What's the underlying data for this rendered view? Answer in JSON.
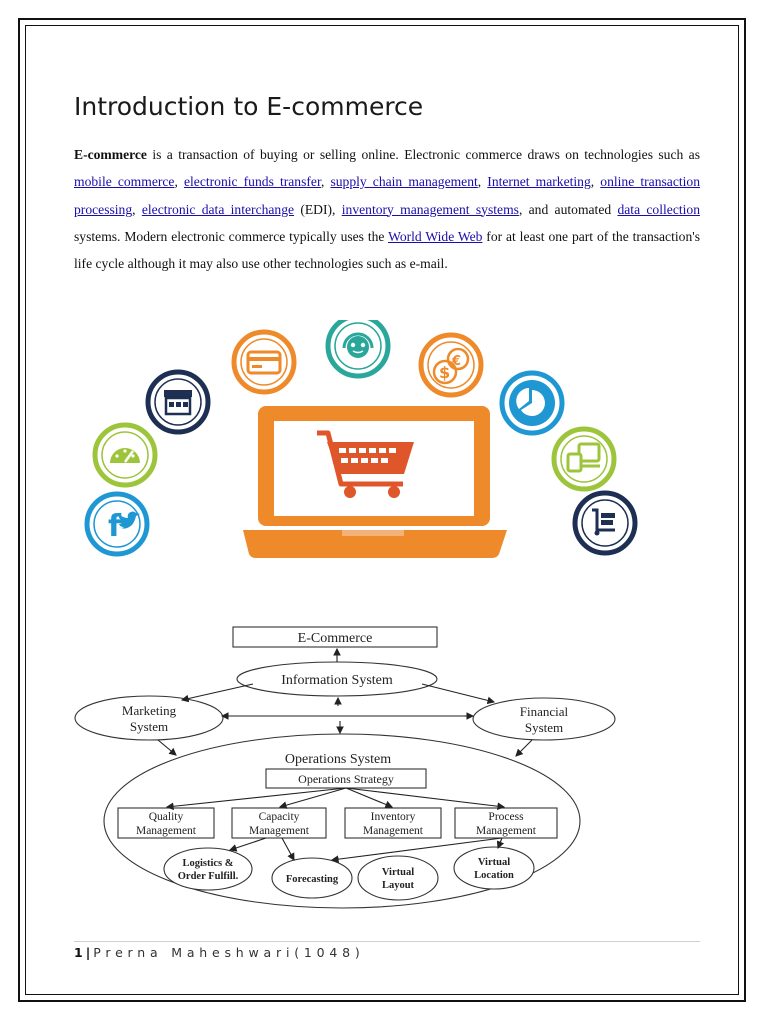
{
  "document": {
    "title": "Introduction to E-commerce",
    "paragraph": {
      "term": "E-commerce",
      "t1": " is a transaction of buying or selling online. Electronic commerce draws on technologies such as ",
      "link1": "mobile commerce",
      "t2": ", ",
      "link2": "electronic funds transfer",
      "t3": ", ",
      "link3": "supply chain management",
      "t4": ", ",
      "link4": "Internet marketing",
      "t5": ", ",
      "link5": "online transaction processing",
      "t6": ", ",
      "link6": "electronic data interchange",
      "t7": " (EDI), ",
      "link7": "inventory management systems",
      "t8": ", and automated ",
      "link8": "data collection",
      "t9": " systems. Modern electronic commerce typically uses the ",
      "link9": "World Wide Web",
      "t10": " for at least one part of the transaction's life cycle although it may also use other technologies such as e-mail."
    }
  },
  "illustration": {
    "icons": [
      "facebook-twitter-icon",
      "speedometer-icon",
      "storefront-icon",
      "credit-card-icon",
      "customer-support-icon",
      "currency-coins-icon",
      "pie-chart-icon",
      "devices-icon",
      "logistics-icon",
      "shopping-cart-icon"
    ],
    "colors": {
      "orange": "#ee8a2a",
      "navy": "#1d2f52",
      "green": "#9dc53b",
      "teal": "#2aa79b",
      "blue": "#1f97d3",
      "cart": "#e0562b"
    }
  },
  "diagram": {
    "top": "E-Commerce",
    "info": "Information System",
    "marketing": [
      "Marketing",
      "System"
    ],
    "financial": [
      "Financial",
      "System"
    ],
    "operations": "Operations System",
    "strategy": "Operations Strategy",
    "boxes": [
      [
        "Quality",
        "Management"
      ],
      [
        "Capacity",
        "Management"
      ],
      [
        "Inventory",
        "Management"
      ],
      [
        "Process",
        "Management"
      ]
    ],
    "circles": [
      [
        "Logistics &",
        "Order Fulfill."
      ],
      [
        "Forecasting"
      ],
      [
        "Virtual",
        "Layout"
      ],
      [
        "Virtual",
        "Location"
      ]
    ]
  },
  "footer": {
    "page_number": "1",
    "separator": "|",
    "author": "Prerna Maheshwari(1048)"
  }
}
